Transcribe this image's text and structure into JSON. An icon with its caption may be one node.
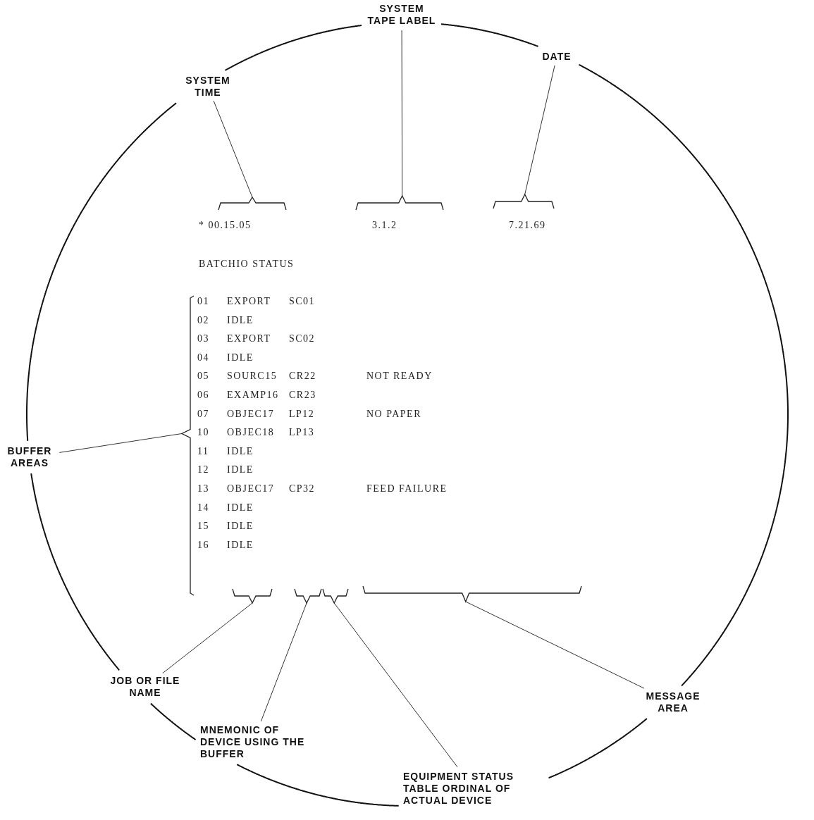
{
  "diagram": {
    "nodes": [
      {
        "text": [
          "SYSTEM TIME"
        ]
      },
      {
        "text": [
          "SYSTEM TAPE LABEL"
        ]
      },
      {
        "text": [
          "DATE"
        ]
      },
      {
        "text": [
          "BUFFER AREAS"
        ]
      },
      {
        "text": [
          "JOB OR FILE NAME"
        ]
      },
      {
        "text": [
          "MNEMONIC OF DEVICE USING THE BUFFER"
        ]
      },
      {
        "text": [
          "EQUIPMENT STATUS TABLE ORDINAL OF ACTUAL DEVICE"
        ]
      },
      {
        "text": [
          "MESSAGE AREA"
        ]
      },
      {
        "text": [],
        "shape": "brace"
      },
      {
        "text": [],
        "shape": "brace"
      },
      {
        "text": [],
        "shape": "brace"
      },
      {
        "text": [],
        "shape": "brace"
      },
      {
        "text": [],
        "shape": "brace"
      },
      {
        "text": [],
        "shape": "brace"
      },
      {
        "text": [],
        "shape": "brace"
      },
      {
        "text": [],
        "shape": "brace"
      }
    ],
    "edges": [
      {
        "from": 0,
        "to": 8,
        "arrow": "none"
      },
      {
        "from": 1,
        "to": 9,
        "arrow": "none"
      },
      {
        "from": 2,
        "to": 10,
        "arrow": "none"
      },
      {
        "from": 3,
        "to": 11,
        "arrow": "none"
      },
      {
        "from": 4,
        "to": 12,
        "arrow": "none"
      },
      {
        "from": 5,
        "to": 13,
        "arrow": "none"
      },
      {
        "from": 6,
        "to": 14,
        "arrow": "none"
      },
      {
        "from": 7,
        "to": 15,
        "arrow": "none"
      }
    ],
    "labels": [
      "* 00.15.05",
      "3.1.2",
      "7.21.69",
      "BATCHIO STATUS",
      "01",
      "EXPORT",
      "SC01",
      "02",
      "IDLE",
      "03",
      "EXPORT",
      "SC02",
      "04",
      "IDLE",
      "05",
      "SOURC15",
      "CR22",
      "NOT READY",
      "06",
      "EXAMP16",
      "CR23",
      "07",
      "OBJEC17",
      "LP12",
      "NO PAPER",
      "10",
      "OBJEC18",
      "LP13",
      "11",
      "IDLE",
      "12",
      "IDLE",
      "13",
      "OBJEC17",
      "CP32",
      "FEED FAILURE",
      "14",
      "IDLE",
      "15",
      "IDLE",
      "16",
      "IDLE"
    ]
  }
}
